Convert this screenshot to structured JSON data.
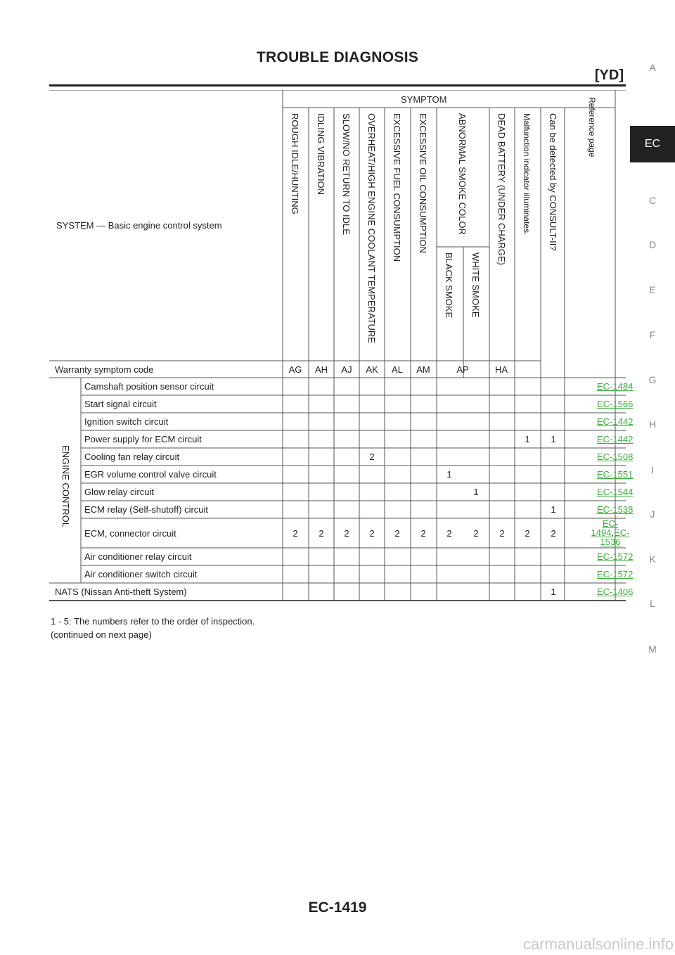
{
  "header": {
    "title": "TROUBLE DIAGNOSIS",
    "subtitle": "[YD]"
  },
  "side_tabs": [
    "A",
    "EC",
    "C",
    "D",
    "E",
    "F",
    "G",
    "H",
    "I",
    "J",
    "K",
    "L",
    "M"
  ],
  "active_tab": "EC",
  "table": {
    "system_header": "SYSTEM — Basic engine control system",
    "symptom_header": "SYMPTOM",
    "columns": [
      "ROUGH IDLE/HUNTING",
      "IDLING VIBRATION",
      "SLOW/NO RETURN TO IDLE",
      "OVERHEAT/HIGH ENGINE COOLANT TEMPERATURE",
      "EXCESSIVE FUEL CONSUMPTION",
      "EXCESSIVE OIL CONSUMPTION",
      "BLACK SMOKE",
      "WHITE SMOKE",
      "DEAD BATTERY (UNDER CHARGE)",
      "Malfunction indicator illuminates.",
      "Can be detected by CONSULT-II?"
    ],
    "abnormal_smoke_header": "ABNORMAL SMOKE COLOR",
    "reference_header": "Reference page",
    "warranty_label": "Warranty symptom code",
    "warranty_codes": [
      "AG",
      "AH",
      "AJ",
      "AK",
      "AL",
      "AM",
      "AP",
      "HA"
    ],
    "group_label": "ENGINE CONTROL",
    "rows": [
      {
        "name": "Camshaft position sensor circuit",
        "vals": [
          "",
          "",
          "",
          "",
          "",
          "",
          "",
          "",
          "",
          "",
          ""
        ],
        "ref": "EC-1484"
      },
      {
        "name": "Start signal circuit",
        "vals": [
          "",
          "",
          "",
          "",
          "",
          "",
          "",
          "",
          "",
          "",
          ""
        ],
        "ref": "EC-1566"
      },
      {
        "name": "Ignition switch circuit",
        "vals": [
          "",
          "",
          "",
          "",
          "",
          "",
          "",
          "",
          "",
          "",
          ""
        ],
        "ref": "EC-1442"
      },
      {
        "name": "Power supply for ECM circuit",
        "vals": [
          "",
          "",
          "",
          "",
          "",
          "",
          "",
          "",
          "",
          "1",
          "1"
        ],
        "ref": "EC-1442"
      },
      {
        "name": "Cooling fan relay circuit",
        "vals": [
          "",
          "",
          "",
          "2",
          "",
          "",
          "",
          "",
          "",
          "",
          ""
        ],
        "ref": "EC-1508"
      },
      {
        "name": "EGR volume control valve circuit",
        "vals": [
          "",
          "",
          "",
          "",
          "",
          "",
          "1",
          "",
          "",
          "",
          ""
        ],
        "ref": "EC-1551"
      },
      {
        "name": "Glow relay circuit",
        "vals": [
          "",
          "",
          "",
          "",
          "",
          "",
          "",
          "1",
          "",
          "",
          ""
        ],
        "ref": "EC-1544"
      },
      {
        "name": "ECM relay (Self-shutoff) circuit",
        "vals": [
          "",
          "",
          "",
          "",
          "",
          "",
          "",
          "",
          "",
          "",
          "1"
        ],
        "ref": "EC-1538"
      },
      {
        "name": "ECM, connector circuit",
        "vals": [
          "2",
          "2",
          "2",
          "2",
          "2",
          "2",
          "2",
          "2",
          "2",
          "2",
          "2"
        ],
        "ref_lines": [
          "EC-",
          "1494",
          ",",
          "EC-",
          "1536"
        ]
      },
      {
        "name": "Air conditioner relay circuit",
        "vals": [
          "",
          "",
          "",
          "",
          "",
          "",
          "",
          "",
          "",
          "",
          ""
        ],
        "ref": "EC-1572"
      },
      {
        "name": "Air conditioner switch circuit",
        "vals": [
          "",
          "",
          "",
          "",
          "",
          "",
          "",
          "",
          "",
          "",
          ""
        ],
        "ref": "EC-1572"
      }
    ],
    "nats": {
      "name": "NATS (Nissan Anti-theft System)",
      "vals": [
        "",
        "",
        "",
        "",
        "",
        "",
        "",
        "",
        "",
        "",
        "1"
      ],
      "ref": "EC-1406"
    }
  },
  "notes": [
    "1 - 5: The numbers refer to the order of inspection.",
    "(continued on next page)"
  ],
  "footer": {
    "page_number": "EC-1419",
    "watermark": "carmanualsonline.info"
  }
}
